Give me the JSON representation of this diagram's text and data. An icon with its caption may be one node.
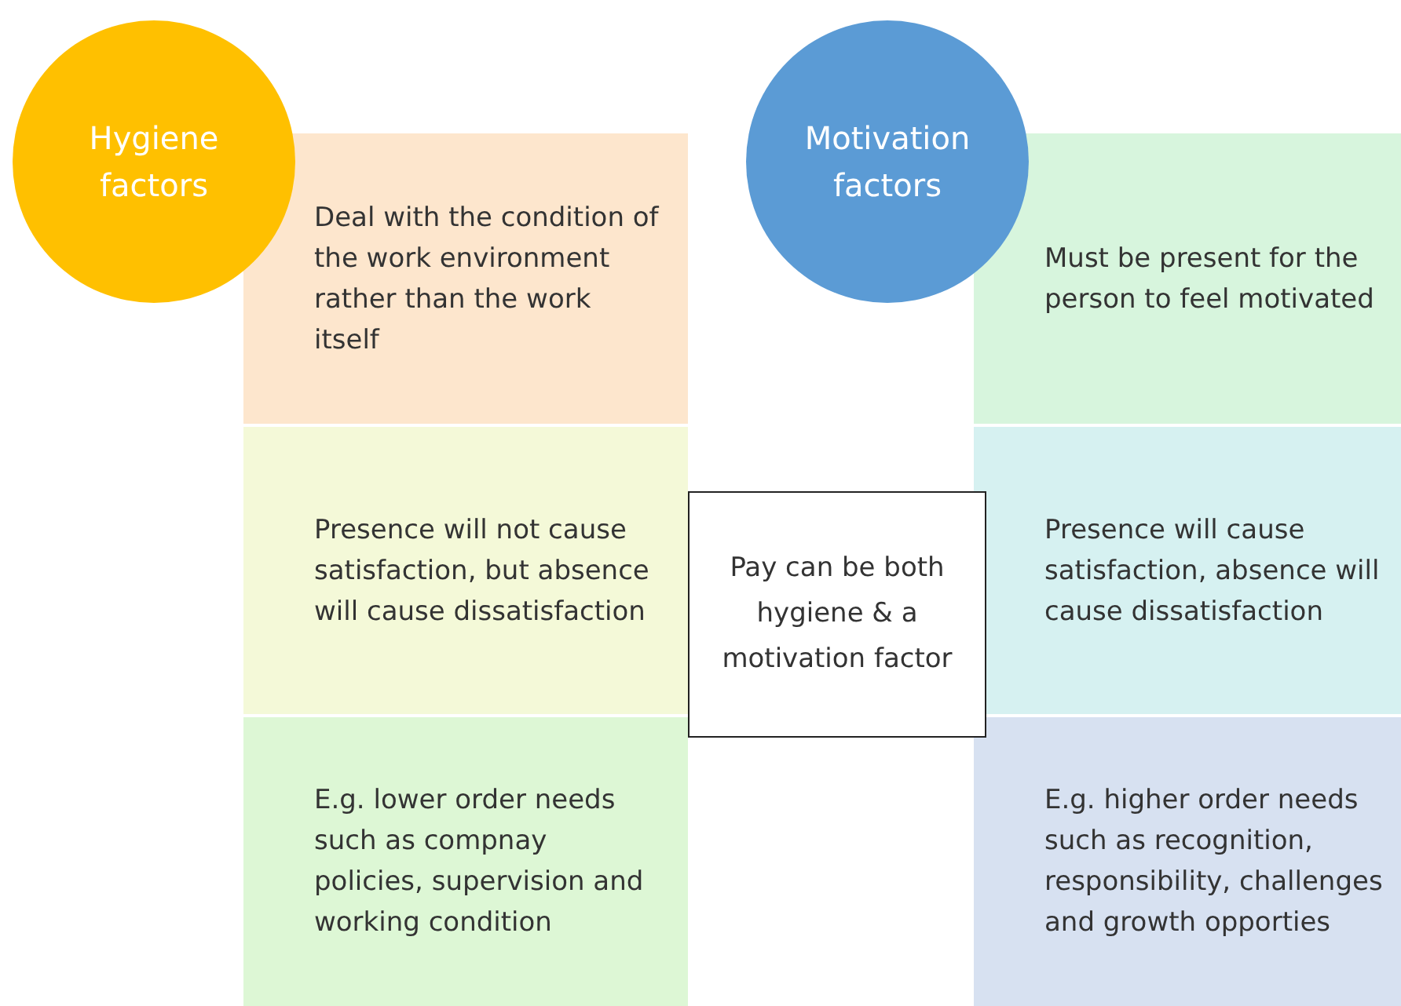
{
  "diagram": {
    "nodes": [
      {
        "text": [
          "Hygiene factors"
        ]
      },
      {
        "text": [
          "Deal with the condition of the work environment rather than the work itself"
        ]
      },
      {
        "text": [
          "Presence will not cause satisfaction, but absence will cause dissatisfaction"
        ]
      },
      {
        "text": [
          "E.g. lower order needs such as compnay policies, supervision and working condition"
        ]
      },
      {
        "text": [
          "Motivation factors"
        ]
      },
      {
        "text": [
          "Must be present for the person to feel motivated"
        ]
      },
      {
        "text": [
          "Presence will cause satisfaction, absence will cause dissatisfaction"
        ]
      },
      {
        "text": [
          "E.g. higher order needs such as recognition, responsibility, challenges and growth opporties"
        ]
      },
      {
        "text": [
          "Pay can be both hygiene & a motivation factor"
        ]
      }
    ]
  }
}
